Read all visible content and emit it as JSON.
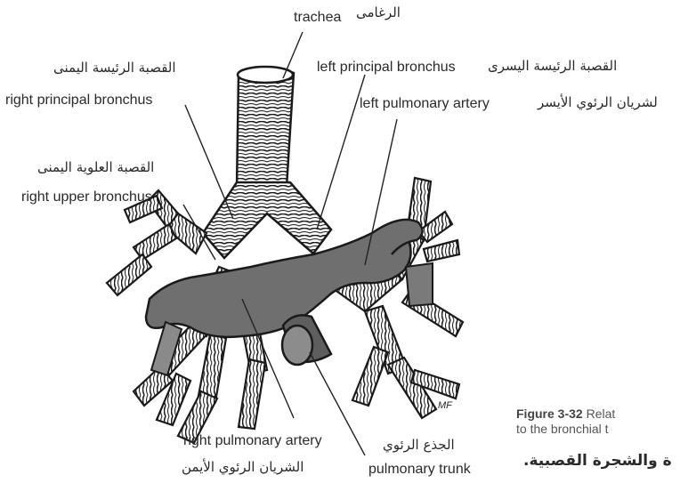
{
  "labels": {
    "trachea_ar": "الرغامى",
    "trachea_en": "trachea",
    "right_principal_ar": "القصبة الرئيسة اليمنى",
    "right_principal_en": "right principal bronchus",
    "left_principal_ar": "القصبة الرئيسة اليسرى",
    "left_principal_en": "left principal bronchus",
    "left_pulmonary_artery_en": "left pulmonary artery",
    "left_pulmonary_artery_ar": "لشريان الرئوي الأيسر",
    "right_upper_ar": "القصبة العلوية اليمنى",
    "right_upper_en": "right upper bronchus",
    "right_pulmonary_artery_en": "right pulmonary artery",
    "right_pulmonary_artery_ar": "الشريان الرئوي الأيمن",
    "pulmonary_trunk_ar": "الجذع الرئوي",
    "pulmonary_trunk_en": "pulmonary trunk"
  },
  "caption": {
    "figure_number": "Figure 3-32",
    "line1": "Relat",
    "line2": "to the bronchial t",
    "arabic": "ة والشجرة القصبية."
  },
  "artist_initials": "MF",
  "colors": {
    "artery_fill": "#6f6f6f",
    "outline": "#1a1a1a"
  }
}
